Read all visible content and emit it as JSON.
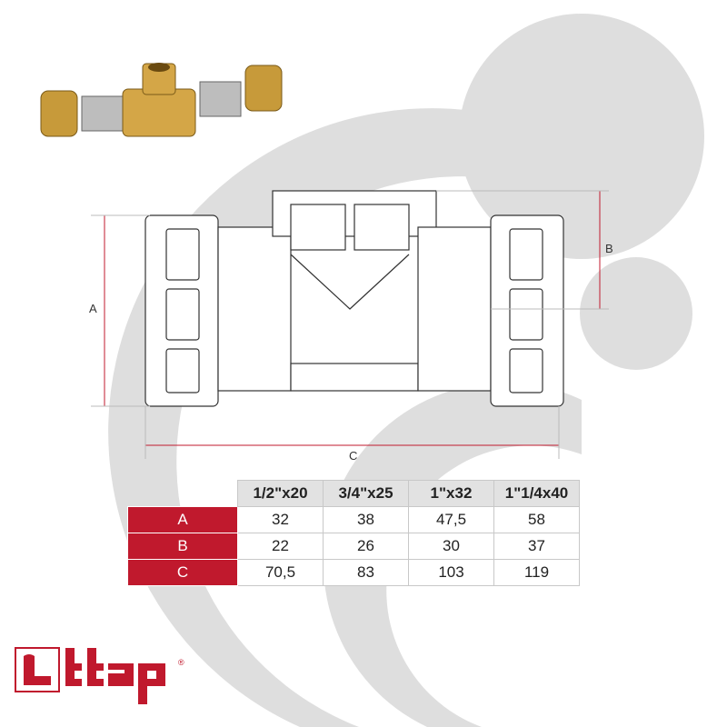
{
  "logo": {
    "text": "ttap",
    "registered": "®"
  },
  "colors": {
    "accent": "#c0192d",
    "background_shapes": "#dedede",
    "dimension_line": "#c0192d"
  },
  "dimension_labels": {
    "a": "A",
    "b": "B",
    "c": "C"
  },
  "table": {
    "headers": [
      "1/2\"x20",
      "3/4\"x25",
      "1\"x32",
      "1\"1/4x40"
    ],
    "rows": [
      {
        "label": "A",
        "values": [
          "32",
          "38",
          "47,5",
          "58"
        ]
      },
      {
        "label": "B",
        "values": [
          "22",
          "26",
          "30",
          "37"
        ]
      },
      {
        "label": "C",
        "values": [
          "70,5",
          "83",
          "103",
          "119"
        ]
      }
    ]
  }
}
